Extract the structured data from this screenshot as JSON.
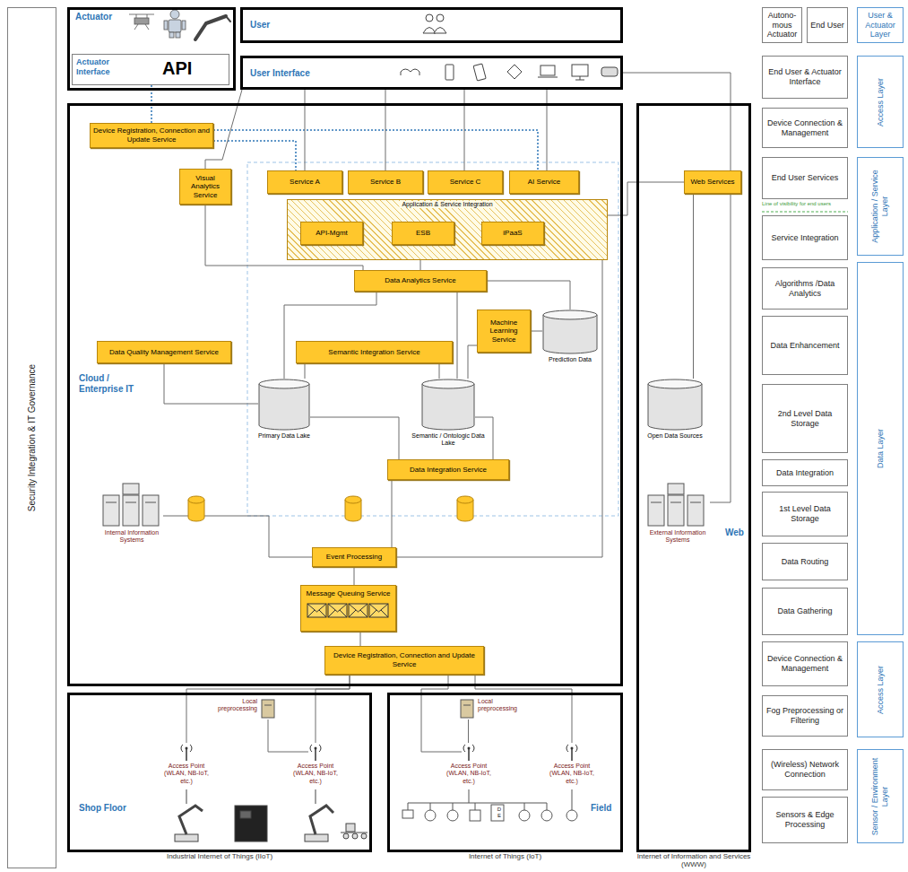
{
  "diagram": {
    "nodes": [
      {
        "text": [
          "Security Integration & IT Governance"
        ]
      },
      {
        "text": [
          "Actuator"
        ]
      },
      {
        "text": [
          "Actuator Interface",
          "API"
        ],
        "in": 1
      },
      {
        "text": [
          "User"
        ]
      },
      {
        "text": [
          "User Interface"
        ]
      },
      {
        "text": [
          "Cloud / Enterprise IT"
        ]
      },
      {
        "text": [
          "Device Registration, Connection and Update Service"
        ],
        "in": 5
      },
      {
        "text": [
          "Visual Analytics Service"
        ],
        "in": 5
      },
      {
        "text": [
          "Service A"
        ],
        "in": 5
      },
      {
        "text": [
          "Service B"
        ],
        "in": 5
      },
      {
        "text": [
          "Service C"
        ],
        "in": 5
      },
      {
        "text": [
          "AI Service"
        ],
        "in": 5
      },
      {
        "text": [
          "Application & Service Integration"
        ],
        "in": 5
      },
      {
        "text": [
          "API-Mgmt"
        ],
        "in": 12
      },
      {
        "text": [
          "ESB"
        ],
        "in": 12
      },
      {
        "text": [
          "iPaaS"
        ],
        "in": 12
      },
      {
        "text": [
          "Data Analytics Service"
        ],
        "in": 5
      },
      {
        "text": [
          "Machine Learning Service"
        ],
        "in": 5
      },
      {
        "text": [
          "Prediction Data"
        ],
        "in": 5
      },
      {
        "text": [
          "Data Quality Management Service"
        ],
        "in": 5
      },
      {
        "text": [
          "Semantic Integration Service"
        ],
        "in": 5
      },
      {
        "text": [
          "Primary Data Lake"
        ],
        "in": 5
      },
      {
        "text": [
          "Semantic / Ontologic Data Lake"
        ],
        "in": 5
      },
      {
        "text": [
          "Data Integration Service"
        ],
        "in": 5
      },
      {
        "text": [
          "Internal Information Systems"
        ],
        "in": 5
      },
      {
        "text": [
          "Event Processing"
        ],
        "in": 5
      },
      {
        "text": [
          "Message Queuing Service"
        ],
        "in": 5
      },
      {
        "text": [
          "Device Registration, Connection and Update Service"
        ],
        "in": 5
      },
      {
        "text": [
          "Web"
        ]
      },
      {
        "text": [
          "Web Services"
        ],
        "in": 28
      },
      {
        "text": [
          "Open Data Sources"
        ],
        "in": 28
      },
      {
        "text": [
          "External Information Systems"
        ],
        "in": 28
      },
      {
        "text": [
          "Shop Floor"
        ]
      },
      {
        "text": [
          "Local preprocessing"
        ],
        "in": 32
      },
      {
        "text": [
          "Access Point (WLAN, NB-IoT, etc.)"
        ],
        "in": 32
      },
      {
        "text": [
          "Access Point (WLAN, NB-IoT, etc.)"
        ],
        "in": 32
      },
      {
        "text": [
          "Field"
        ]
      },
      {
        "text": [
          "Local preprocessing"
        ],
        "in": 36
      },
      {
        "text": [
          "Access Point (WLAN, NB-IoT, etc.)"
        ],
        "in": 36
      },
      {
        "text": [
          "Access Point (WLAN, NB-IoT, etc.)"
        ],
        "in": 36
      },
      {
        "text": [
          "Autono- mous Actuator"
        ]
      },
      {
        "text": [
          "End User"
        ]
      },
      {
        "text": [
          "End User & Actuator Interface"
        ]
      },
      {
        "text": [
          "Device Connection & Management"
        ]
      },
      {
        "text": [
          "End User Services"
        ]
      },
      {
        "text": [
          "Service Integration"
        ]
      },
      {
        "text": [
          "Algorithms /Data Analytics"
        ]
      },
      {
        "text": [
          "Data Enhancement"
        ]
      },
      {
        "text": [
          "2nd Level Data Storage"
        ]
      },
      {
        "text": [
          "Data Integration"
        ]
      },
      {
        "text": [
          "1st Level Data Storage"
        ]
      },
      {
        "text": [
          "Data Routing"
        ]
      },
      {
        "text": [
          "Data Gathering"
        ]
      },
      {
        "text": [
          "Device Connection & Management"
        ]
      },
      {
        "text": [
          "Fog Preprocessing or Filtering"
        ]
      },
      {
        "text": [
          "(Wireless) Network Connection"
        ]
      },
      {
        "text": [
          "Sensors & Edge Processing"
        ]
      },
      {
        "text": [
          "User & Actuator Layer"
        ]
      },
      {
        "text": [
          "Access Layer"
        ]
      },
      {
        "text": [
          "Application / Service Layer"
        ]
      },
      {
        "text": [
          "Data Layer"
        ]
      },
      {
        "text": [
          "Access Layer"
        ]
      },
      {
        "text": [
          "Sensor / Environment Layer"
        ]
      }
    ],
    "edges": [
      {
        "from": 2,
        "to": 6,
        "arrow": "none"
      },
      {
        "from": 6,
        "to": 8,
        "arrow": "none"
      },
      {
        "from": 6,
        "to": 11,
        "arrow": "none"
      },
      {
        "from": 4,
        "to": 7,
        "arrow": "none"
      },
      {
        "from": 4,
        "to": 8,
        "arrow": "none"
      },
      {
        "from": 4,
        "to": 9,
        "arrow": "none"
      },
      {
        "from": 4,
        "to": 10,
        "arrow": "none"
      },
      {
        "from": 4,
        "to": 11,
        "arrow": "none"
      },
      {
        "from": 4,
        "to": 29,
        "arrow": "none"
      },
      {
        "from": 7,
        "to": 16,
        "arrow": "none"
      },
      {
        "from": 12,
        "to": 16,
        "arrow": "none"
      },
      {
        "from": 16,
        "to": 21,
        "arrow": "none"
      },
      {
        "from": 16,
        "to": 22,
        "arrow": "none"
      },
      {
        "from": 16,
        "to": 18,
        "arrow": "none"
      },
      {
        "from": 17,
        "to": 18,
        "arrow": "none"
      },
      {
        "from": 17,
        "to": 22,
        "arrow": "none"
      },
      {
        "from": 19,
        "to": 21,
        "arrow": "none"
      },
      {
        "from": 20,
        "to": 21,
        "arrow": "none"
      },
      {
        "from": 20,
        "to": 22,
        "arrow": "none"
      },
      {
        "from": 21,
        "to": 23,
        "arrow": "none"
      },
      {
        "from": 22,
        "to": 23,
        "arrow": "none"
      },
      {
        "from": 23,
        "to": 25,
        "arrow": "none"
      },
      {
        "from": 24,
        "to": 25,
        "arrow": "none"
      },
      {
        "from": 25,
        "to": 26,
        "arrow": "none"
      },
      {
        "from": 26,
        "to": 27,
        "arrow": "none"
      },
      {
        "from": 27,
        "to": 34,
        "arrow": "none"
      },
      {
        "from": 27,
        "to": 35,
        "arrow": "none"
      },
      {
        "from": 27,
        "to": 38,
        "arrow": "none"
      },
      {
        "from": 27,
        "to": 39,
        "arrow": "none"
      },
      {
        "from": 33,
        "to": 35,
        "arrow": "none"
      },
      {
        "from": 37,
        "to": 38,
        "arrow": "none"
      },
      {
        "from": 30,
        "to": 29,
        "arrow": "none"
      },
      {
        "from": 31,
        "to": 29,
        "arrow": "none"
      },
      {
        "from": 29,
        "to": 12,
        "arrow": "none"
      },
      {
        "from": 25,
        "to": 12,
        "arrow": "none"
      }
    ],
    "labels": [
      "Line of visibility for end users",
      "Industrial Internet of Things (IIoT)",
      "Internet of Things (IoT)",
      "Internet of Information and Services (WWW)",
      "D",
      "E"
    ]
  }
}
